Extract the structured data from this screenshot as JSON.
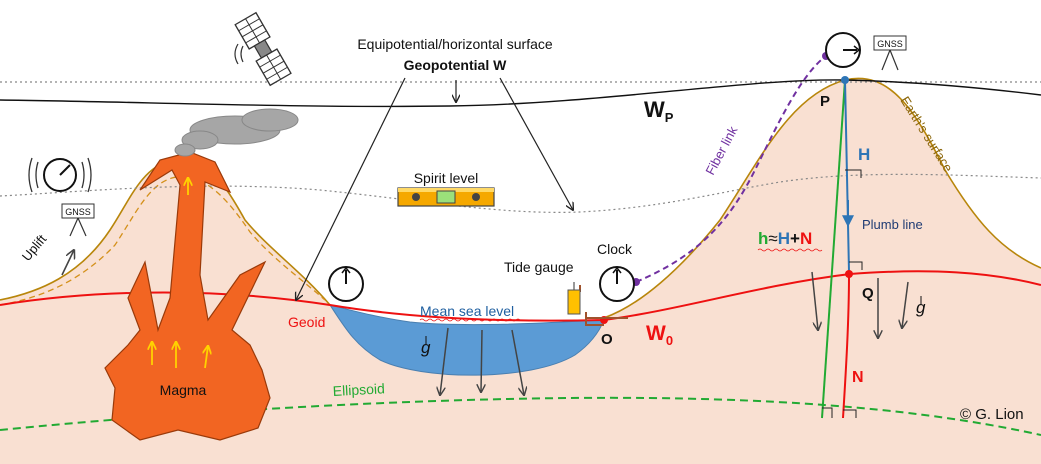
{
  "labels": {
    "equipotential": "Equipotential/horizontal surface",
    "geopotential": "Geopotential W",
    "wp_main": "W",
    "wp_sub": "P",
    "w0_main": "W",
    "w0_sub": "0",
    "spirit_level": "Spirit level",
    "fiber_link": "Fiber link",
    "earth_surface": "Earth's surface",
    "point_p": "P",
    "h_upper": "H",
    "plumb_line": "Plumb line",
    "point_q": "Q",
    "formula_h": "h",
    "formula_approx": "≈",
    "formula_H": "H",
    "formula_plus": "+",
    "formula_N": "N",
    "n_label": "N",
    "gnss_left": "GNSS",
    "gnss_right": "GNSS",
    "uplift": "Uplift",
    "geoid": "Geoid",
    "tide_gauge": "Tide gauge",
    "clock": "Clock",
    "mean_sea_level": "Mean sea level",
    "g_vec_sea": "g",
    "g_vec_right": "g",
    "point_o": "O",
    "magma": "Magma",
    "ellipsoid": "Ellipsoid",
    "copyright": "© G. Lion"
  },
  "colors": {
    "geoid": "#ee1111",
    "ellipsoid": "#22aa33",
    "sea": "#5b9bd5",
    "crust": "#f9e0d2",
    "magma": "#f26522",
    "fiber": "#7030a0",
    "plumb": "#2e75b6",
    "surface": "#b8860b"
  }
}
